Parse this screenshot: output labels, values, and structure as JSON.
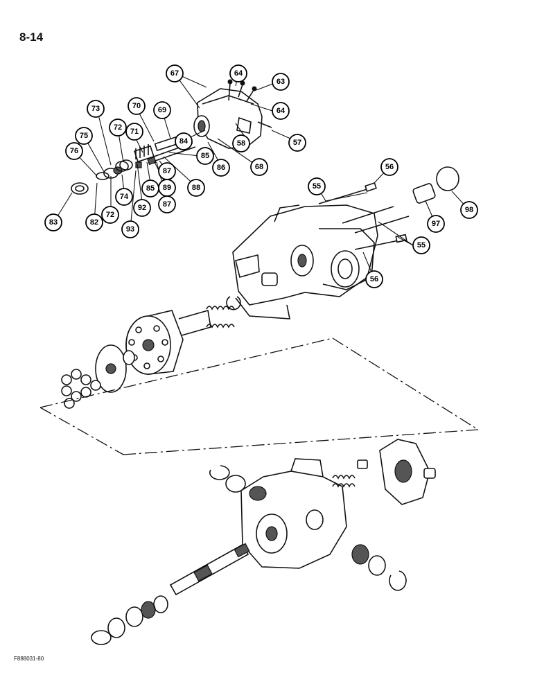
{
  "page_number": "8-14",
  "figure_id": "F888031-80",
  "callouts": {
    "c67": "67",
    "c64a": "64",
    "c63": "63",
    "c64b": "64",
    "c73": "73",
    "c70": "70",
    "c69": "69",
    "c72a": "72",
    "c71": "71",
    "c75": "75",
    "c76": "76",
    "c84": "84",
    "c58": "58",
    "c57": "57",
    "c85a": "85",
    "c86": "86",
    "c68": "68",
    "c87a": "87",
    "c88": "88",
    "c89": "89",
    "c85b": "85",
    "c74": "74",
    "c92": "92",
    "c87b": "87",
    "c83": "83",
    "c82": "82",
    "c72b": "72",
    "c93": "93",
    "c56a": "56",
    "c55a": "55",
    "c98": "98",
    "c97": "97",
    "c55b": "55",
    "c56b": "56"
  }
}
